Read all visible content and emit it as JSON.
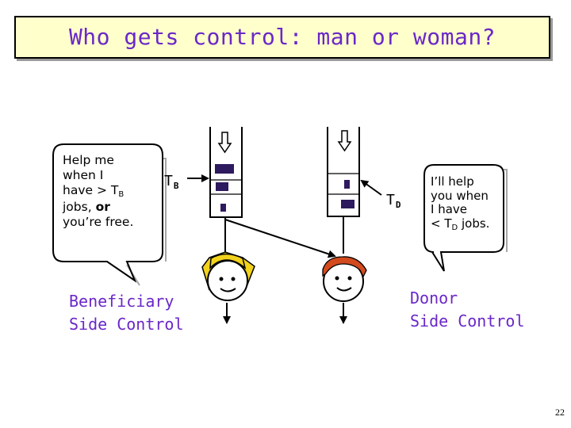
{
  "slide": {
    "title": "Who gets control: man or woman?",
    "page_number": "22"
  },
  "beneficiary": {
    "bubble_lines": {
      "line1": "Help me",
      "line2": "when I",
      "line3_prefix": "have > T",
      "line3_sub": "B",
      "line4_prefix": "jobs, ",
      "line4_bold": "or",
      "line5": "you’re free."
    },
    "threshold": {
      "letter": "T",
      "subscript": "B"
    },
    "caption": {
      "line1": "Beneficiary",
      "line2": "Side Control"
    }
  },
  "donor": {
    "bubble_lines": {
      "line1": "I’ll help",
      "line2": "you when",
      "line3": "I have",
      "line4_prefix": "< T",
      "line4_sub": "D",
      "line4_suffix": " jobs."
    },
    "threshold": {
      "letter": "T",
      "subscript": "D"
    },
    "caption": {
      "line1": "Donor",
      "line2": "Side Control"
    }
  },
  "colors": {
    "title_background": "#ffffcc",
    "title_text": "#6a28c8",
    "caption_text": "#6a28c8",
    "job_fill": "#2e1a5e",
    "woman_hair": "#f2d21b",
    "man_hair": "#d24a1e"
  }
}
